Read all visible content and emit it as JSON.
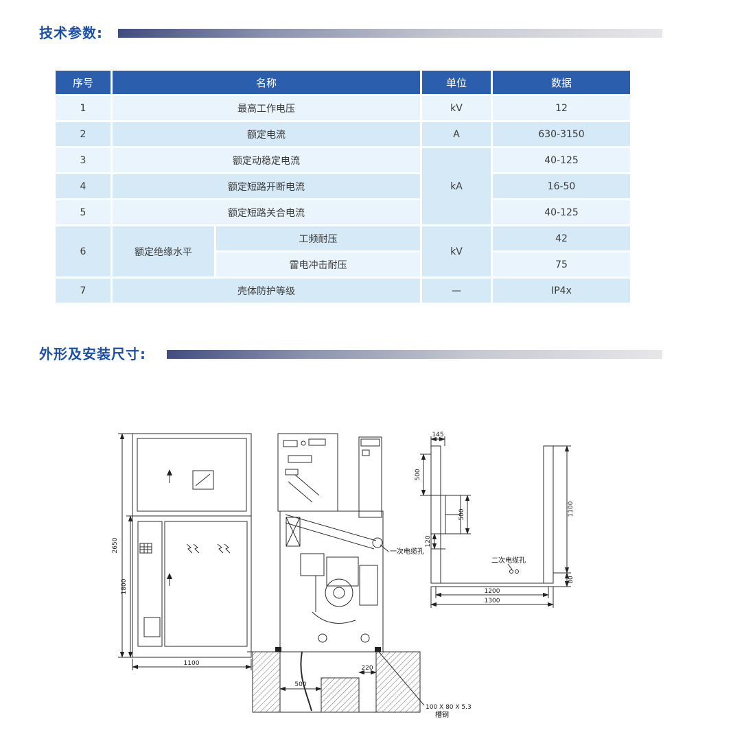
{
  "sections": {
    "tech_params_title": "技术参数:",
    "dimensions_title": "外形及安装尺寸:"
  },
  "table": {
    "headers": {
      "no": "序号",
      "name": "名称",
      "unit": "单位",
      "data": "数据"
    },
    "rows": {
      "r1": {
        "no": "1",
        "name": "最高工作电压",
        "unit": "kV",
        "data": "12"
      },
      "r2": {
        "no": "2",
        "name": "额定电流",
        "unit": "A",
        "data": "630-3150"
      },
      "r3": {
        "no": "3",
        "name": "额定动稳定电流",
        "unit": "kA",
        "data": "40-125"
      },
      "r4": {
        "no": "4",
        "name": "额定短路开断电流",
        "data": "16-50"
      },
      "r5": {
        "no": "5",
        "name": "额定短路关合电流",
        "data": "40-125"
      },
      "r6": {
        "no": "6",
        "name": "额定绝缘水平",
        "sub_row1": "工频耐压",
        "sub_row2": "雷电冲击耐压",
        "unit": "kV",
        "data_row1": "42",
        "data_row2": "75"
      },
      "r7": {
        "no": "7",
        "name": "壳体防护等级",
        "unit": "—",
        "data": "IP4x"
      }
    }
  },
  "drawing": {
    "front": {
      "dim_total_height": "2650",
      "dim_lower_height": "1800",
      "dim_width": "1100"
    },
    "side": {
      "dim_trench_width": "500",
      "dim_gap": "220",
      "primary_cable_label": "一次电缆孔",
      "channel_spec": "100 X 80 X 5.3",
      "channel_name": "槽钢"
    },
    "plan": {
      "dim_rail_offset": "145",
      "dim_left_upper": "500",
      "dim_left_lower": "500",
      "dim_hole": "120",
      "dim_right_height": "1100",
      "dim_right_small": "80",
      "dim_width_inner": "1200",
      "dim_width_outer": "1300",
      "secondary_cable_label": "二次电缆孔"
    }
  }
}
